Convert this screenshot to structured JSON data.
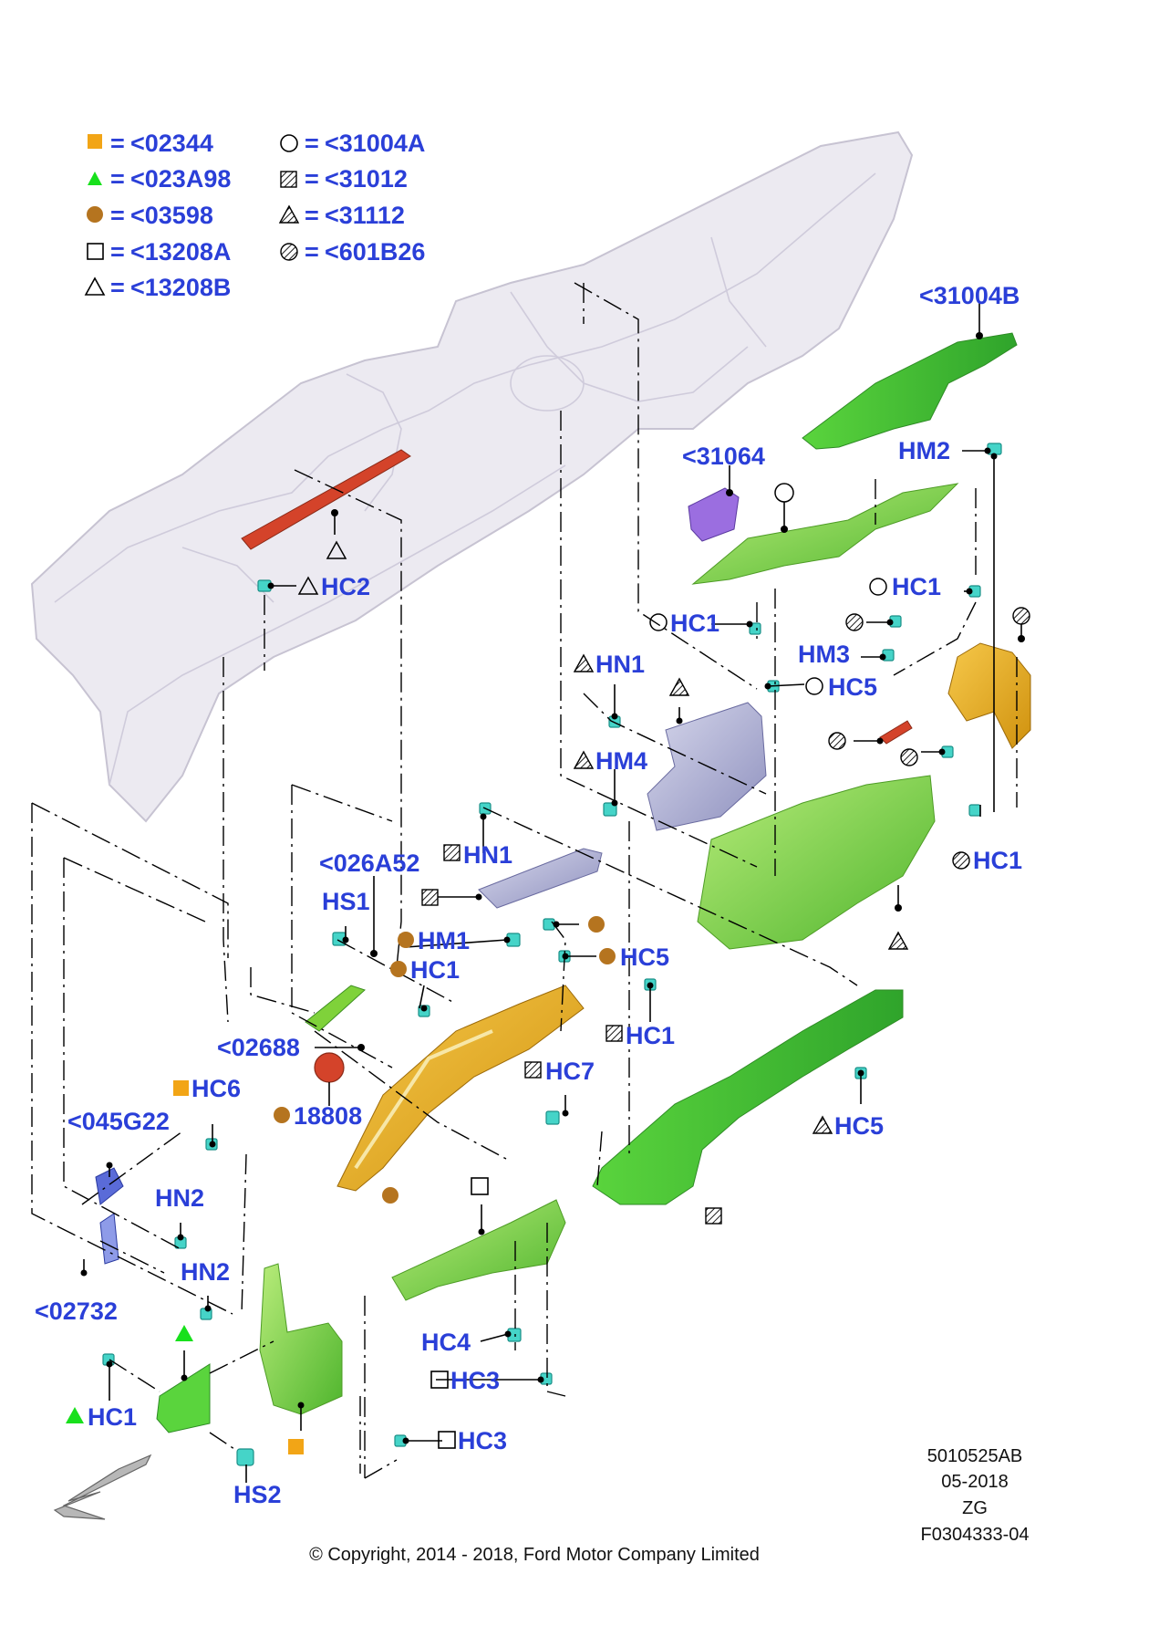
{
  "legend": [
    {
      "symbol": "filled-square-orange",
      "code": "<02344"
    },
    {
      "symbol": "filled-triangle-green",
      "code": "<023A98"
    },
    {
      "symbol": "filled-circle-brown",
      "code": "<03598"
    },
    {
      "symbol": "open-square",
      "code": "<13208A"
    },
    {
      "symbol": "open-triangle",
      "code": "<13208B"
    },
    {
      "symbol": "open-circle",
      "code": "<31004A"
    },
    {
      "symbol": "hatched-square",
      "code": "<31012"
    },
    {
      "symbol": "hatched-triangle",
      "code": "<31112"
    },
    {
      "symbol": "hatched-circle",
      "code": "<601B26"
    }
  ],
  "legend_eq": "=",
  "callouts": {
    "c31004B": "<31004B",
    "hm2": "HM2",
    "c31064": "<31064",
    "hc2": "HC2",
    "hc1_right": "HC1",
    "hc1_mid": "HC1",
    "hm3": "HM3",
    "hn1_upper": "HN1",
    "hc5_upper": "HC5",
    "hm4": "HM4",
    "hc1_hatched_circle": "HC1",
    "hn1_lower": "HN1",
    "c026A52": "<026A52",
    "hs1": "HS1",
    "hm1": "HM1",
    "hc1_brown": "HC1",
    "hc5_brown": "HC5",
    "c02688": "<02688",
    "hc1_hatched_square": "HC1",
    "hc6": "HC6",
    "hc7": "HC7",
    "c18808": "18808",
    "c045G22": "<045G22",
    "hc5_hatched_triangle": "HC5",
    "hn2_upper": "HN2",
    "hn2_lower": "HN2",
    "c02732": "<02732",
    "hc4": "HC4",
    "hc3_upper": "HC3",
    "hc3_lower": "HC3",
    "hc1_green": "HC1",
    "hs2": "HS2"
  },
  "info_block": {
    "part_no": "5010525AB",
    "date": "05-2018",
    "code": "ZG",
    "figure": "F0304333-04"
  },
  "copyright": "© Copyright, 2014 - 2018, Ford Motor Company Limited",
  "colors": {
    "callout_blue": "#2a3fd8",
    "legend_orange": "#f2a516",
    "legend_green": "#18e01c",
    "legend_brown": "#b5741f",
    "trim_green": "#7fd23a",
    "trim_dark_green": "#4bc23a",
    "trim_orange": "#e7a81d",
    "trim_red": "#d4432a",
    "trim_purple": "#9b6ee0",
    "trim_grey_blue": "#9fa0c8",
    "clip_cyan": "#45d4c8"
  }
}
